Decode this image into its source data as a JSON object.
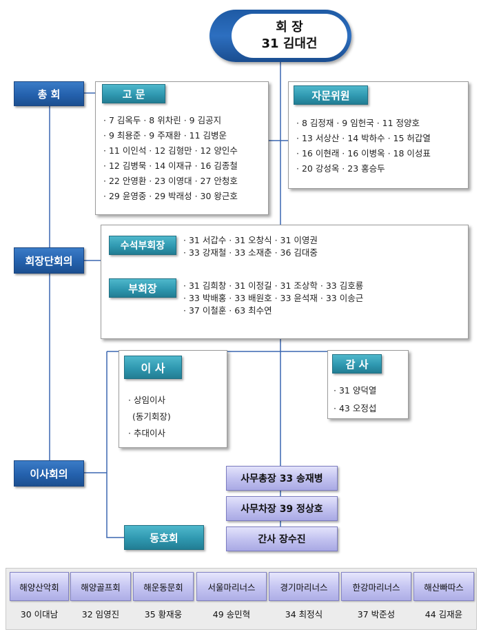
{
  "president": {
    "title": "회 장",
    "name": "31 김대건"
  },
  "left_units": {
    "general": "총 회",
    "chairs": "회장단회의",
    "board": "이사회의"
  },
  "advisors": {
    "title": "고 문",
    "lines": [
      "· 7 김옥두 · 8 위차린 · 9 김공지",
      "· 9 최용준 · 9 주재환 · 11 김병운",
      "· 11 이인석 · 12 김형만 · 12 양인수",
      "· 12 김병묵 · 14 이재규 · 16 김종철",
      "· 22 안영환 · 23 이영대 · 27 안청호",
      "· 29 윤영중 · 29 박래성 · 30 왕근호"
    ]
  },
  "counsel": {
    "title": "자문위원",
    "lines": [
      "· 8 김정재 · 9 임헌국 · 11 정양호",
      "· 13 서상산 · 14 박하수 · 15 허갑열",
      "· 16 이현래 · 16 이병옥 · 18 이성표",
      "· 20 강성옥 · 23 홍승두"
    ]
  },
  "vice": {
    "senior_title": "수석부회장",
    "senior_lines": [
      "· 31 서갑수 · 31 오창식 · 31 이영권",
      "· 33 강재철 · 33 소재춘 · 36 김대중"
    ],
    "title": "부회장",
    "lines": [
      "· 31 김희창 · 31 이정길 · 31 조상학 · 33 김호룡",
      "· 33 박배홍 · 33 배원호 · 33 윤석재 · 33 이송근",
      "· 37 이철훈 · 63 최수연"
    ]
  },
  "directors": {
    "title": "이 사",
    "lines": [
      "· 상임이사",
      "(동기회장)",
      "· 추대이사"
    ]
  },
  "auditors": {
    "title": "감 사",
    "lines": [
      "· 31 양덕열",
      "· 43 오정섭"
    ]
  },
  "staff": {
    "secretary_general": "사무총장 33 송재병",
    "deputy": "사무차장 39 정상호",
    "officer": "간사 장수진"
  },
  "clubs": {
    "title": "동호회",
    "items": [
      {
        "name": "해양산악회",
        "leader": "30 이대남"
      },
      {
        "name": "해양골프회",
        "leader": "32 임영진"
      },
      {
        "name": "해운동문회",
        "leader": "35 황재웅"
      },
      {
        "name": "서울마리너스",
        "leader": "49 송민혁"
      },
      {
        "name": "경기마리너스",
        "leader": "34 최정식"
      },
      {
        "name": "한강마리너스",
        "leader": "37 박준성"
      },
      {
        "name": "해산빠따스",
        "leader": "44 김재윤"
      }
    ]
  },
  "colors": {
    "navy_button": "#2461ad",
    "teal_button": "#2f98b0",
    "lavender_button": "#c3c3f0",
    "connector": "#3a66b0"
  }
}
